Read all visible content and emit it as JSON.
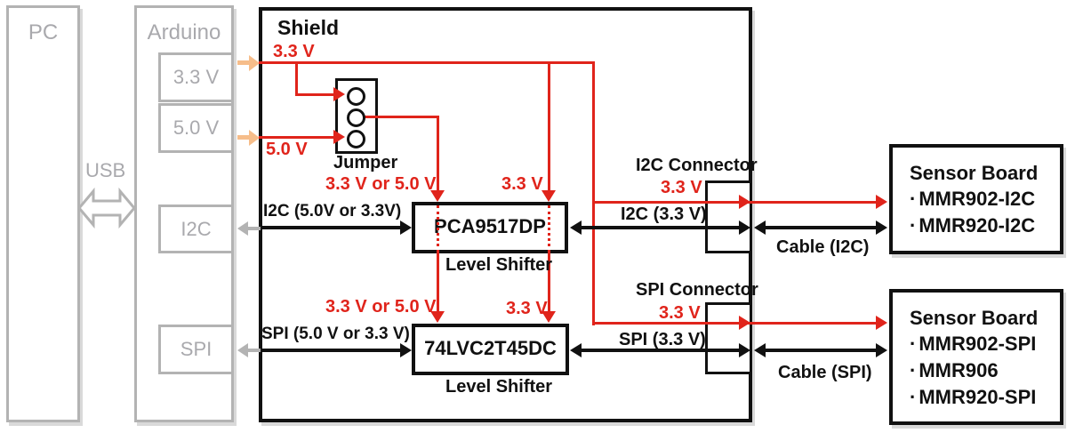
{
  "colors": {
    "red": "#e0241b",
    "gray": "#b3b3b3",
    "orange": "#f6bd8a",
    "black": "#111111"
  },
  "pc": {
    "label": "PC"
  },
  "usb": {
    "label": "USB"
  },
  "arduino": {
    "label": "Arduino",
    "pins": {
      "v33": "3.3 V",
      "v50": "5.0 V",
      "i2c": "I2C",
      "spi": "SPI"
    }
  },
  "shield": {
    "title": "Shield",
    "rail_33": "3.3 V",
    "rail_50": "5.0 V",
    "jumper": {
      "label": "Jumper"
    },
    "i2c_shifter": {
      "supply_label": "3.3 V or 5.0 V",
      "ref_label": "3.3 V",
      "input_label": "I2C (5.0V or 3.3V)",
      "chip": "PCA9517DP",
      "caption": "Level Shifter"
    },
    "spi_shifter": {
      "supply_label": "3.3 V or 5.0 V",
      "ref_label": "3.3 V",
      "input_label": "SPI (5.0 V or 3.3 V)",
      "chip": "74LVC2T45DC",
      "caption": "Level Shifter"
    },
    "i2c_connector": {
      "label": "I2C Connector",
      "power_label": "3.3 V",
      "bus_label": "I2C (3.3 V)"
    },
    "spi_connector": {
      "label": "SPI Connector",
      "power_label": "3.3 V",
      "bus_label": "SPI (3.3 V)"
    }
  },
  "cables": {
    "i2c": "Cable (I2C)",
    "spi": "Cable (SPI)"
  },
  "bullet": "·",
  "sensor_boards": {
    "i2c": {
      "title": "Sensor Board",
      "items": [
        "MMR902-I2C",
        "MMR920-I2C"
      ]
    },
    "spi": {
      "title": "Sensor Board",
      "items": [
        "MMR902-SPI",
        "MMR906",
        "MMR920-SPI"
      ]
    }
  }
}
